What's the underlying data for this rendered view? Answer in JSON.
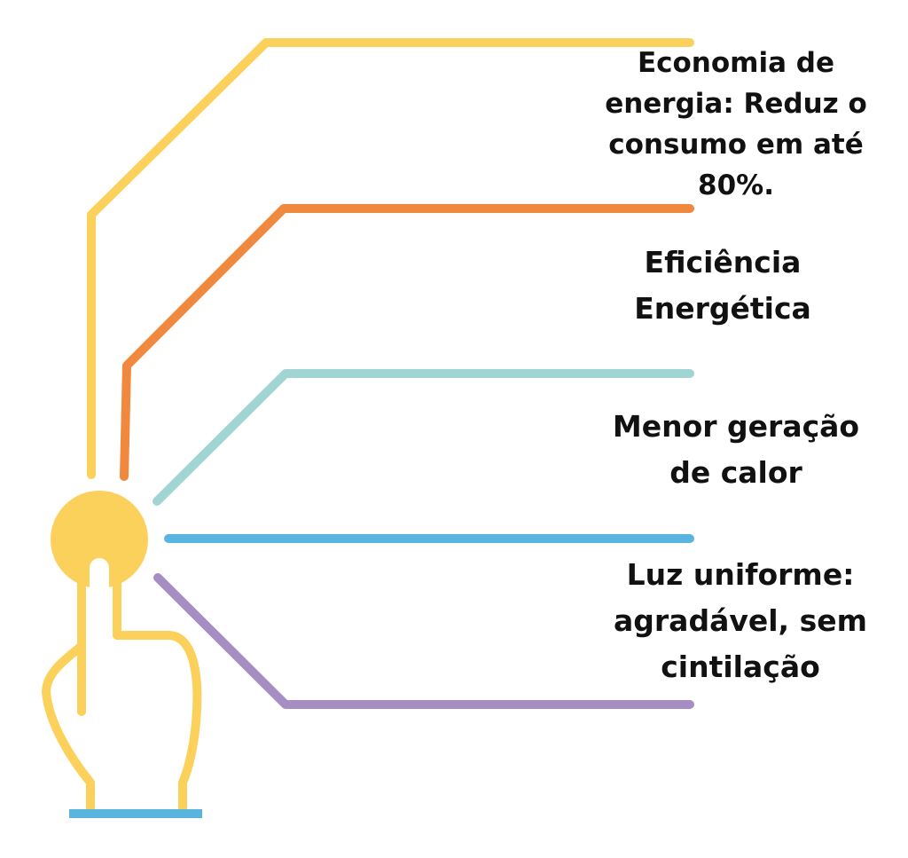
{
  "colors": {
    "yellow": "#FCD15B",
    "orange": "#F0883E",
    "teal": "#A0D5D3",
    "blue": "#5AB4E0",
    "purple": "#A68DC4",
    "text": "#111111"
  },
  "items": [
    {
      "text": "Economia de\nenergia: Reduz o\nconsumo em até\n80%."
    },
    {
      "text": "Eficiência\nEnergética"
    },
    {
      "text": "Menor geração\nde calor"
    },
    {
      "text": "Luz uniforme:\nagradável, sem\ncintilação"
    }
  ],
  "icon": "pointing-hand-icon"
}
